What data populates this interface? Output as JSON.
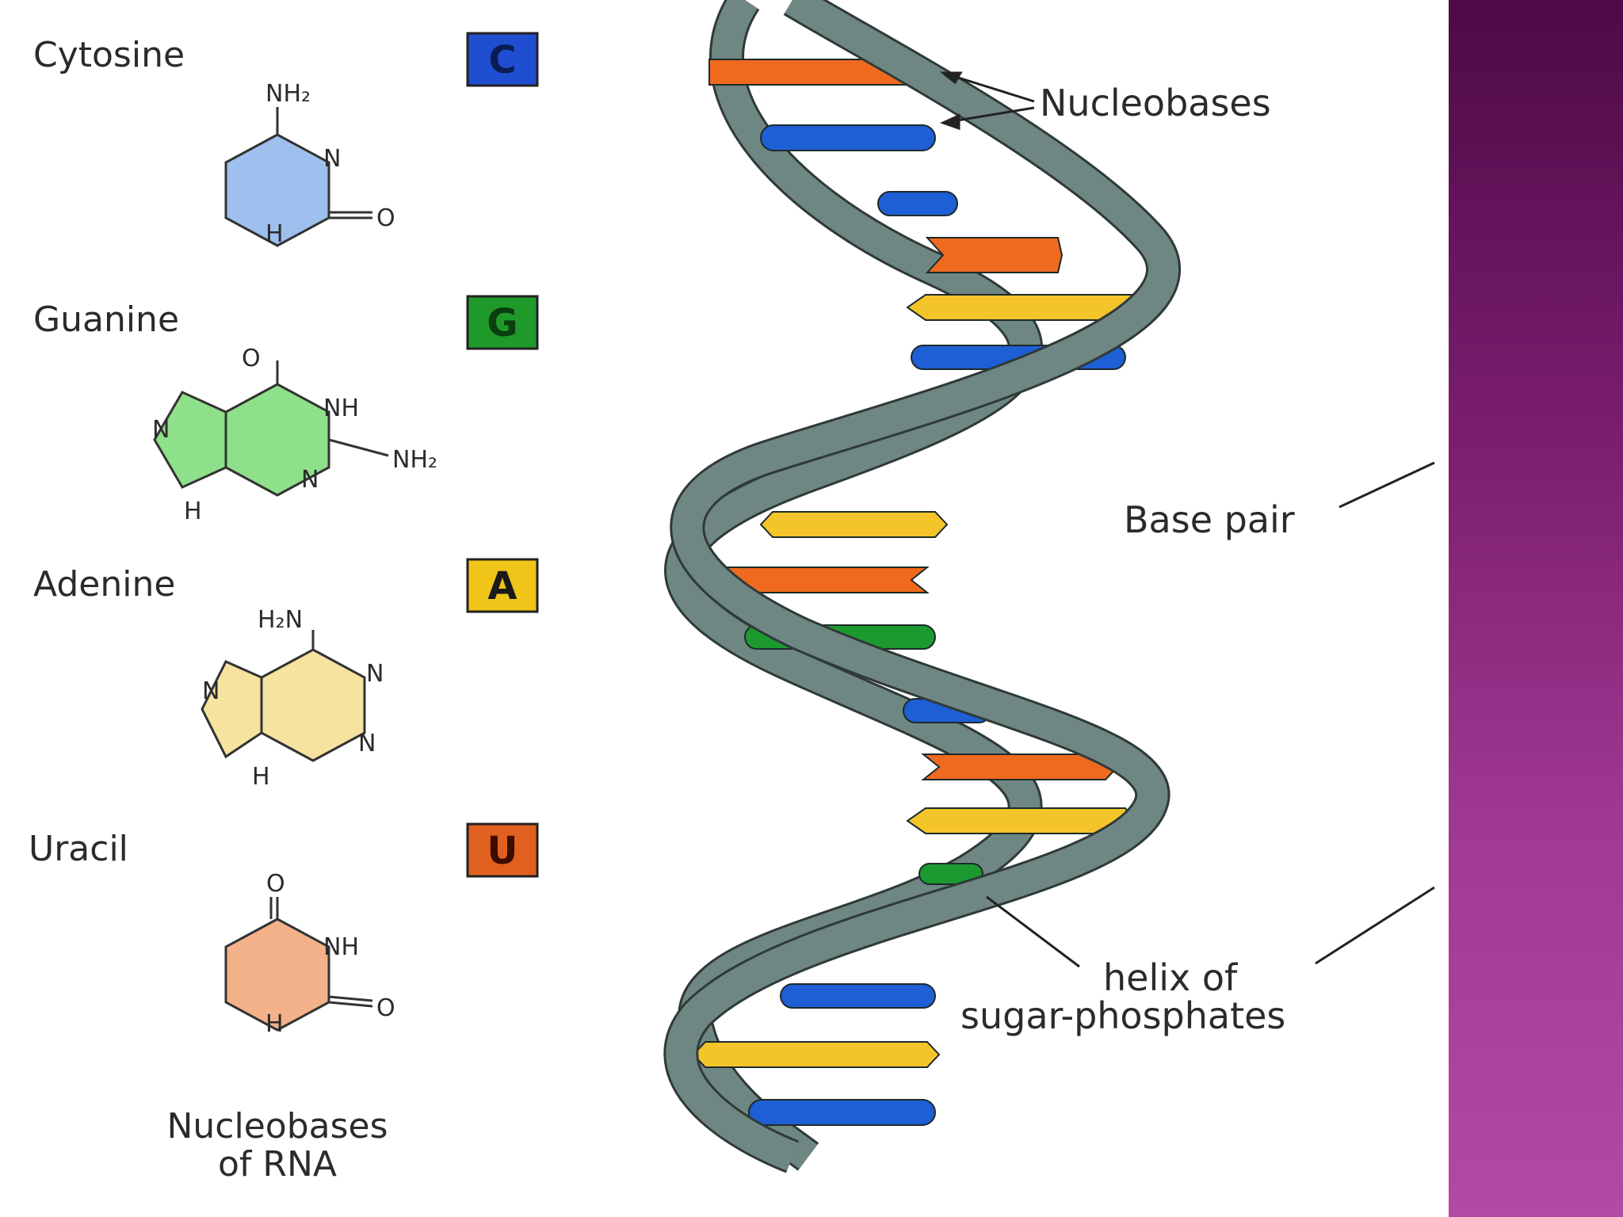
{
  "bases": [
    {
      "name": "Cytosine",
      "letter": "C",
      "color": "#1f4fd0",
      "ring": "#9ec0ee",
      "atoms": {
        "top": "NH₂",
        "n1": "N",
        "n2": "H",
        "o": "O"
      }
    },
    {
      "name": "Guanine",
      "letter": "G",
      "color": "#1f9a2a",
      "ring": "#8fe08a",
      "atoms": {
        "o": "O",
        "nh": "NH",
        "nh2": "NH₂",
        "n1": "N",
        "n2": "N",
        "nh5": "H"
      }
    },
    {
      "name": "Adenine",
      "letter": "A",
      "color": "#f0c419",
      "ring": "#f7e3a0",
      "atoms": {
        "top": "H₂N",
        "n1": "N",
        "n2": "N",
        "n3": "N",
        "h": "H"
      }
    },
    {
      "name": "Uracil",
      "letter": "U",
      "color": "#e0601f",
      "ring": "#f3b28a",
      "atoms": {
        "o1": "O",
        "nh": "NH",
        "o2": "O",
        "n": "H"
      }
    }
  ],
  "caption": {
    "line1": "Nucleobases",
    "line2": "of RNA"
  },
  "labels": {
    "nucleobases": "Nucleobases",
    "base_pair": "Base pair",
    "helix_line1": "helix of",
    "helix_line2": "sugar-phosphates"
  },
  "colors": {
    "helix": "#6f8783",
    "helix_edge": "#2f3a38",
    "orange": "#ef6a1f",
    "blue": "#1e5fd6",
    "yellow": "#f4c52a",
    "green": "#1c9a30",
    "sidebar_top": "#4d0a46",
    "sidebar_bottom": "#b24aa4"
  }
}
